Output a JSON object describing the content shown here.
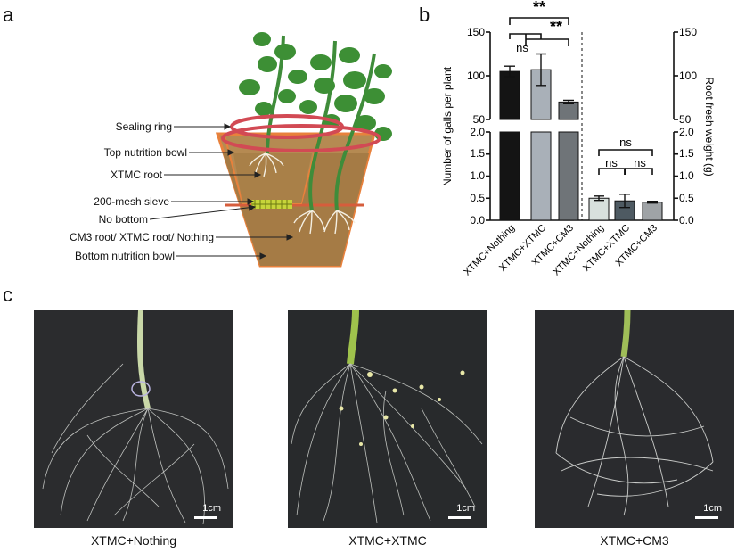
{
  "panels": {
    "a": "a",
    "b": "b",
    "c": "c"
  },
  "diagram": {
    "labels": [
      "Sealing ring",
      "Top nutrition bowl",
      "XTMC root",
      "200-mesh sieve",
      "No bottom",
      "CM3 root/ XTMC root/ Nothing",
      "Bottom nutrition bowl"
    ]
  },
  "chart_data": {
    "type": "bar",
    "categories": [
      "XTMC+Nothing",
      "XTMC+XTMC",
      "XTMC+CM3",
      "XTMC+Nothing",
      "XTMC+XTMC",
      "XTMC+CM3"
    ],
    "series": [
      {
        "name": "Number of galls per plant",
        "values": [
          105,
          107,
          70
        ],
        "errors": [
          6,
          18,
          2
        ],
        "axis": "left"
      },
      {
        "name": "Root fresh weight (g)",
        "values": [
          0.5,
          0.44,
          0.41
        ],
        "errors": [
          0.05,
          0.15,
          0.02
        ],
        "axis": "right"
      }
    ],
    "ylabel_left": "Number of galls per plant",
    "ylabel_right": "Root fresh weight (g)",
    "yticks_upper": [
      "50",
      "100",
      "150"
    ],
    "yticks_lower": [
      "0.0",
      "0.5",
      "1.0",
      "1.5",
      "2.0"
    ],
    "ylim_upper": [
      50,
      150
    ],
    "ylim_lower": [
      0,
      2
    ],
    "significance": [
      {
        "label": "**"
      },
      {
        "label": "ns"
      },
      {
        "label": "**"
      },
      {
        "label": "ns"
      },
      {
        "label": "ns"
      },
      {
        "label": "ns"
      }
    ],
    "colors": [
      "#141414",
      "#a9b0b8",
      "#6f7478",
      "#d8e0dd",
      "#4e5a62",
      "#9fa3a6"
    ]
  },
  "photos": [
    {
      "label": "XTMC+Nothing",
      "scale": "1cm"
    },
    {
      "label": "XTMC+XTMC",
      "scale": "1cm"
    },
    {
      "label": "XTMC+CM3",
      "scale": "1cm"
    }
  ]
}
